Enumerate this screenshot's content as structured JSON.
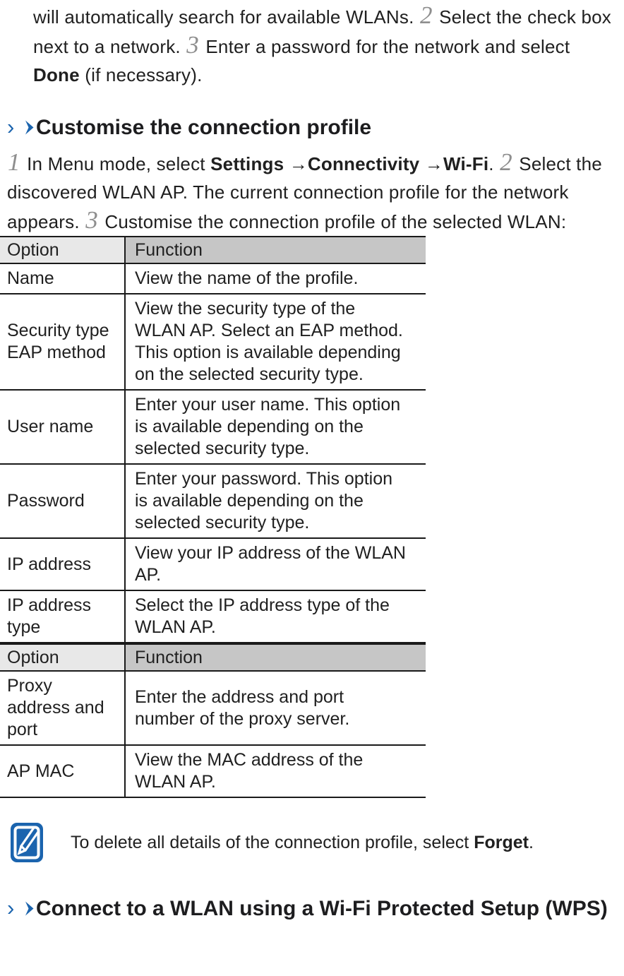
{
  "page": {
    "accent_blue": "#1b64ae",
    "text_color": "#202020",
    "table_header_option_bg": "#e8e8e8",
    "table_header_function_bg": "#c6c6c6"
  },
  "intro_paragraph": {
    "runs": [
      {
        "s": "t",
        "t": "will automatically search for available WLANs. "
      },
      {
        "s": "n",
        "t": "2"
      },
      {
        "s": "t",
        "t": " Select the check box next to a network. "
      },
      {
        "s": "n",
        "t": "3"
      },
      {
        "s": "t",
        "t": " Enter a password for the network and select "
      },
      {
        "s": "b",
        "t": "Done"
      },
      {
        "s": "t",
        "t": " (if necessary)."
      }
    ]
  },
  "section1": {
    "marker": "›",
    "chevron_icon": "chevron-right-icon",
    "title": "Customise the connection profile",
    "step_runs": [
      {
        "s": "n",
        "t": "1"
      },
      {
        "s": "t",
        "t": " In Menu mode, select "
      },
      {
        "s": "b",
        "t": "Settings"
      },
      {
        "s": "t",
        "t": " →"
      },
      {
        "s": "b",
        "t": "Connectivity"
      },
      {
        "s": "t",
        "t": " →"
      },
      {
        "s": "b",
        "t": "Wi-Fi"
      },
      {
        "s": "t",
        "t": ". "
      },
      {
        "s": "n",
        "t": "2"
      },
      {
        "s": "t",
        "t": " Select the discovered WLAN AP. The current connection profile for the network appears. "
      },
      {
        "s": "n",
        "t": "3"
      },
      {
        "s": "t",
        "t": " Customise the connection profile of the selected WLAN:"
      }
    ]
  },
  "tables": [
    {
      "headers": {
        "option": "Option",
        "function": "Function"
      },
      "rows": [
        {
          "option": "Name",
          "function": "View the name of the profile."
        },
        {
          "option": "Security type EAP method",
          "function": "View the security type of the WLAN AP. Select an EAP method. This option is available depending on the selected security type."
        },
        {
          "option": "User name",
          "function": "Enter your user name. This option is available depending on the selected security type."
        },
        {
          "option": "Password",
          "function": "Enter your password. This option is available depending on the selected security type."
        },
        {
          "option": "IP address",
          "function": "View your IP address of the WLAN AP."
        },
        {
          "option": "IP address type",
          "function": "Select the IP address type of the WLAN AP."
        }
      ]
    },
    {
      "headers": {
        "option": "Option",
        "function": "Function"
      },
      "rows": [
        {
          "option": "Proxy address and port",
          "function": "Enter the address and port number of the proxy server."
        },
        {
          "option": "AP MAC",
          "function": "View the MAC address of the WLAN AP."
        }
      ]
    }
  ],
  "note": {
    "icon": "note-pencil-icon",
    "runs": [
      {
        "s": "t",
        "t": "To delete all details of the connection profile, select "
      },
      {
        "s": "b",
        "t": "Forget"
      },
      {
        "s": "t",
        "t": "."
      }
    ]
  },
  "section2": {
    "marker": "›",
    "chevron_icon": "chevron-right-icon",
    "title": "Connect to a WLAN using a Wi-Fi Protected Setup (WPS)"
  }
}
